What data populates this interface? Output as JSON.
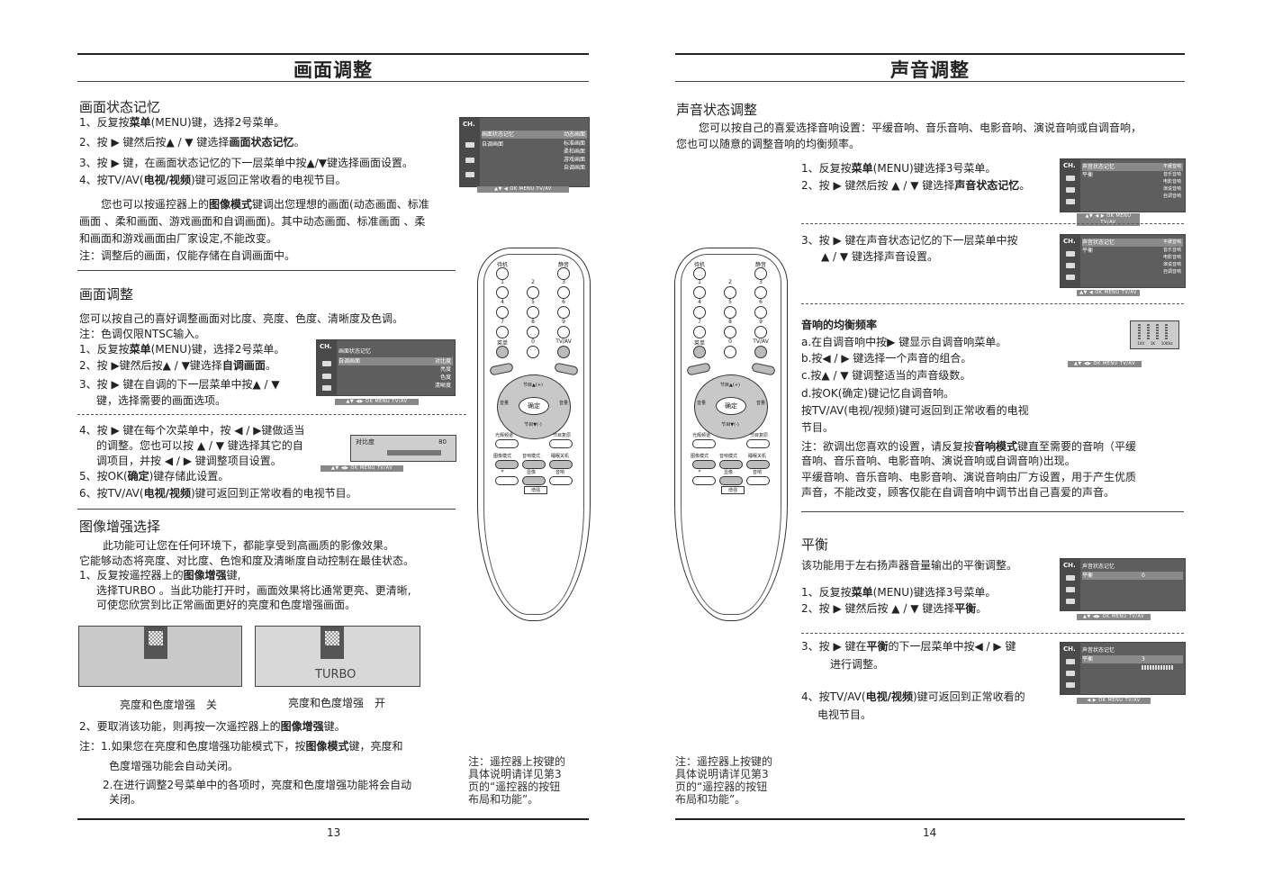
{
  "left": {
    "title": "画面调整",
    "s1_title": "画面状态记忆",
    "s1_l1a": "1、反复按",
    "s1_l1b": "菜单",
    "s1_l1c": "(MENU)键，选择2号菜单。",
    "s1_l2a": "2、按 ▶ 键然后按▲ / ▼ 键选择",
    "s1_l2b": "画面状态记忆",
    "s1_l2c": "。",
    "s1_l3": "3、按 ▶ 键，在画面状态记忆的下一层菜单中按▲/▼键选择画面设置。",
    "s1_l4a": "4、按TV/AV(",
    "s1_l4b": "电视/视频",
    "s1_l4c": ")键可返回正常收看的电视节目。",
    "s1_p1a": "您也可以按遥控器上的",
    "s1_p1b": "图像模式",
    "s1_p1c": "键调出您理想的画面(动态画面、标准",
    "s1_p2": "画面 、柔和画面、游戏画面和自调画面)。其中动态画面、标准画面 、柔",
    "s1_p3": "和画面和游戏画面由厂家设定,不能改变。",
    "s1_p4": "注：调整后的画面，仅能存储在自调画面中。",
    "s2_title": "画面调整",
    "s2_l1": "您可以按自己的喜好调整画面对比度、亮度、色度、清晰度及色调。",
    "s2_l2": "注：色调仅限NTSC输入。",
    "s2_l3a": "1、反复按",
    "s2_l3b": "菜单",
    "s2_l3c": "(MENU)键，选择2号菜单。",
    "s2_l4a": "2、按 ▶键然后按▲ / ▼键选择",
    "s2_l4b": "自调画面",
    "s2_l4c": "。",
    "s2_l5": "3、按 ▶ 键在自调的下一层菜单中按▲ / ▼",
    "s2_l6": "键，选择需要的画面选项。",
    "s2_l7": "4、按 ▶ 键在每个次菜单中，按 ◀ / ▶键做适当",
    "s2_l8": "的调整。您也可以按 ▲ / ▼ 键选择其它的自",
    "s2_l9": "调项目，并按 ◀ / ▶ 键调整项目设置。",
    "s2_l10a": "5、按OK(",
    "s2_l10b": "确定",
    "s2_l10c": ")键存储此设置。",
    "s2_l11a": "6、按TV/AV(",
    "s2_l11b": "电视/视频",
    "s2_l11c": ")键可返回到正常收看的电视节目。",
    "s3_title": "图像增强选择",
    "s3_l1": "此功能可让您在任何环境下，都能享受到高画质的影像效果。",
    "s3_l2": "它能够动态将亮度、对比度、色饱和度及清晰度自动控制在最佳状态。",
    "s3_l3a": "1、反复按遥控器上的",
    "s3_l3b": "图像增强",
    "s3_l3c": "键,",
    "s3_l4": "选择TURBO 。当此功能打开时，画面效果将比通常更亮、更清晰,",
    "s3_l5": "可使您欣赏到比正常画面更好的亮度和色度增强画面。",
    "pic_turbo": "TURBO",
    "cap_off": "亮度和色度增强　关",
    "cap_on": "亮度和色度增强　开",
    "s3_l6a": "2、要取消该功能，则再按一次遥控器上的",
    "s3_l6b": "图像增强",
    "s3_l6c": "键。",
    "s3_n1a": "注：1.如果您在亮度和色度增强功能模式下，按",
    "s3_n1b": "图像模式",
    "s3_n1c": "键，亮度和",
    "s3_n2": "色度增强功能会自动关闭。",
    "s3_n3": "2.在进行调整2号菜单中的各项时，亮度和色度增强功能将会自动",
    "s3_n4": "关闭。",
    "side_note": [
      "注：遥控器上按键的",
      "具体说明请详见第3",
      "页的“遥控器的按钮",
      "布局和功能”。"
    ],
    "page_num": "13",
    "osd1": {
      "ch": "CH.",
      "rows": [
        "画面状态记忆",
        "自调画面"
      ],
      "opts": [
        "动态画面",
        "标准画面",
        "柔和画面",
        "游戏画面",
        "自调画面"
      ],
      "bar": "▲▼ ◀ OK MENU TV/AV"
    },
    "osd2": {
      "ch": "CH.",
      "rows": [
        "画面状态记忆",
        "自调画面"
      ],
      "opts": [
        "对比度",
        "亮度",
        "色度",
        "清晰度"
      ],
      "bar": "▲▼ ◀▶ OK MENU TV/AV"
    },
    "osd3": {
      "label": "对比度",
      "value": "80",
      "bar": "▲▼ ◀▶ OK MENU TV/AV"
    }
  },
  "right": {
    "title": "声音调整",
    "s1_title": "声音状态调整",
    "s1_p1": "您可以按自己的喜爱选择音响设置：平缓音响、音乐音响、电影音响、演说音响或自调音响，",
    "s1_p2": "您也可以随意的调整音响的均衡频率。",
    "s1_l1a": "1、反复按",
    "s1_l1b": "菜单",
    "s1_l1c": "(MENU)键选择3号菜单。",
    "s1_l2a": "2、按 ▶ 键然后按 ▲ / ▼ 键选择",
    "s1_l2b": "声音状态记忆",
    "s1_l2c": "。",
    "s1_l3": "3、按 ▶ 键在声音状态记忆的下一层菜单中按",
    "s1_l4": "▲ / ▼ 键选择声音设置。",
    "eq_title": "音响的均衡频率",
    "eq_a": "a.在自调音响中按▶  键显示自调音响菜单。",
    "eq_b": "b.按◀ / ▶  键选择一个声音的组合。",
    "eq_c": "c.按▲ / ▼  键调整适当的声音级数。",
    "eq_d": "d.按OK(确定)键记忆自调音响。",
    "eq_e1": "按TV/AV(电视/视频)键可返回到正常收看的电视",
    "eq_e2": "节目。",
    "eq_n1a": "注：欲调出您喜欢的设置，请反复按",
    "eq_n1b": "音响模式",
    "eq_n1c": "键直至需要的音响（平缓",
    "eq_n2": "音响、音乐音响、电影音响、演说音响或自调音响)出现。",
    "eq_n3": "平缓音响、音乐音响、电影音响、演说音响由厂方设置，用于产生优质",
    "eq_n4": "声音，不能改变，顾客仅能在自调音响中调节出自己喜爱的声音。",
    "s2_title": "平衡",
    "s2_l1": "该功能用于左右扬声器音量输出的平衡调整。",
    "s2_l2a": "1、反复按",
    "s2_l2b": "菜单",
    "s2_l2c": "(MENU)键选择3号菜单。",
    "s2_l3a": "2、按 ▶ 键然后按 ▲ / ▼ 键选择",
    "s2_l3b": "平衡",
    "s2_l3c": "。",
    "s2_l4a": "3、按 ▶ 键在",
    "s2_l4b": "平衡",
    "s2_l4c": "的下一层菜单中按◀ / ▶ 键",
    "s2_l5": "进行调整。",
    "s2_l6a": "4、按TV/AV(",
    "s2_l6b": "电视/视频",
    "s2_l6c": ")键可返回到正常收看的",
    "s2_l7": "电视节目。",
    "side_note": [
      "注：遥控器上按键的",
      "具体说明请详见第3",
      "页的“遥控器的按钮",
      "布局和功能”。"
    ],
    "page_num": "14",
    "osd_sound": {
      "ch": "CH.",
      "rows": [
        "声音状态记忆",
        "平衡"
      ],
      "opts": [
        "平缓音响",
        "音乐音响",
        "电影音响",
        "演说音响",
        "自调音响"
      ],
      "bar1": "▲▼ ◀ ▶ OK MENU TV/AV",
      "bar2": "▲▼ ◀ OK MENU TV/AV"
    },
    "osd_eq": {
      "bar": "▲▼ ◀▶ OK MENU TV/AV",
      "labels": [
        "100",
        "1K",
        "10KHz"
      ]
    },
    "osd_bal": {
      "ch": "CH.",
      "rows": [
        "声音状态记忆",
        "平衡"
      ],
      "value": "0",
      "value2": "3",
      "bar1": "▲▼ ◀▶ OK MENU TV/AV",
      "bar2": "◀ ▶ OK MENU TV/AV"
    }
  },
  "remote": {
    "standby": "待机",
    "mute": "静音",
    "nums": [
      "1",
      "2",
      "3",
      "4",
      "5",
      "6",
      "7",
      "8",
      "9",
      "0"
    ],
    "menu": "菜单",
    "tvav": "TV/AV",
    "ch_up": "节目▲(+)",
    "ch_down": "节目▼(-)",
    "vol_left": "音量",
    "vol_right": "音量",
    "ok": "确定",
    "smart": "光辉频道",
    "back": "节目复原",
    "pic_mode": "图像模式",
    "sound_mode": "音响模式",
    "sleep": "睡眠关机",
    "display": "显像",
    "sound": "音响",
    "enhance": "增强"
  }
}
